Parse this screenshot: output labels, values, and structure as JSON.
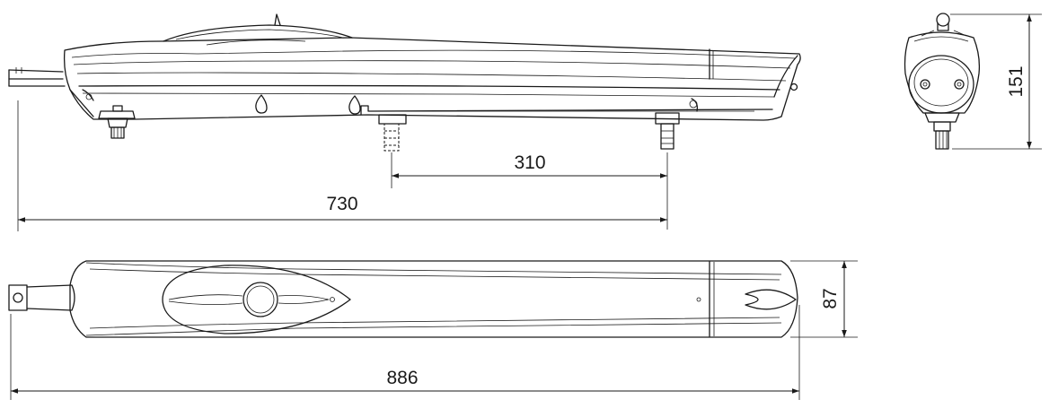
{
  "dimensions": {
    "side_length_to_rear_mount": "730",
    "side_mount_spacing": "310",
    "end_view_height": "151",
    "top_view_width": "87",
    "top_view_total_length": "886"
  },
  "colors": {
    "line": "#1a1a1a",
    "background": "#ffffff"
  }
}
